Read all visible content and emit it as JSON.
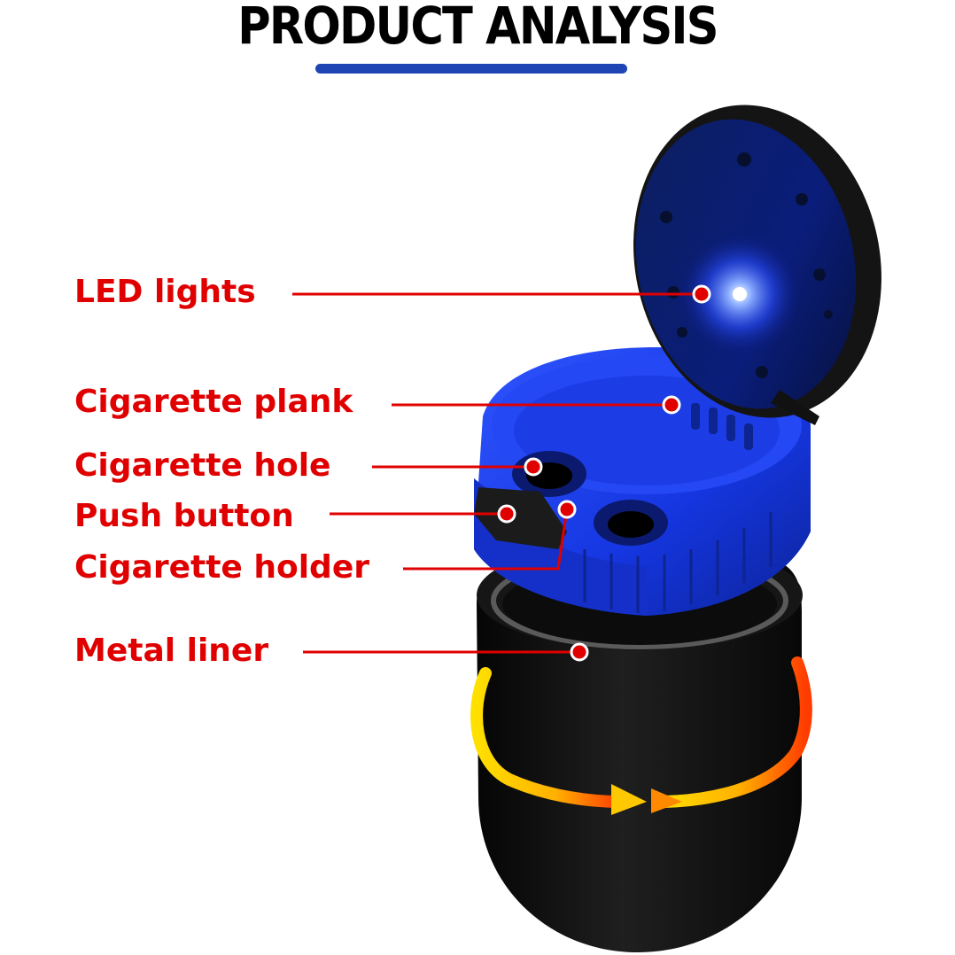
{
  "title": "PRODUCT ANALYSIS",
  "colors": {
    "accent_blue": "#1f45b4",
    "label_red": "#e00000",
    "product_blue": "#1738e8",
    "body_black": "#111111"
  },
  "labels": [
    {
      "key": "led",
      "text": "LED lights"
    },
    {
      "key": "plank",
      "text": "Cigarette plank"
    },
    {
      "key": "hole",
      "text": "Cigarette hole"
    },
    {
      "key": "button",
      "text": "Push button"
    },
    {
      "key": "holder",
      "text": "Cigarette holder"
    },
    {
      "key": "liner",
      "text": "Metal liner"
    }
  ]
}
